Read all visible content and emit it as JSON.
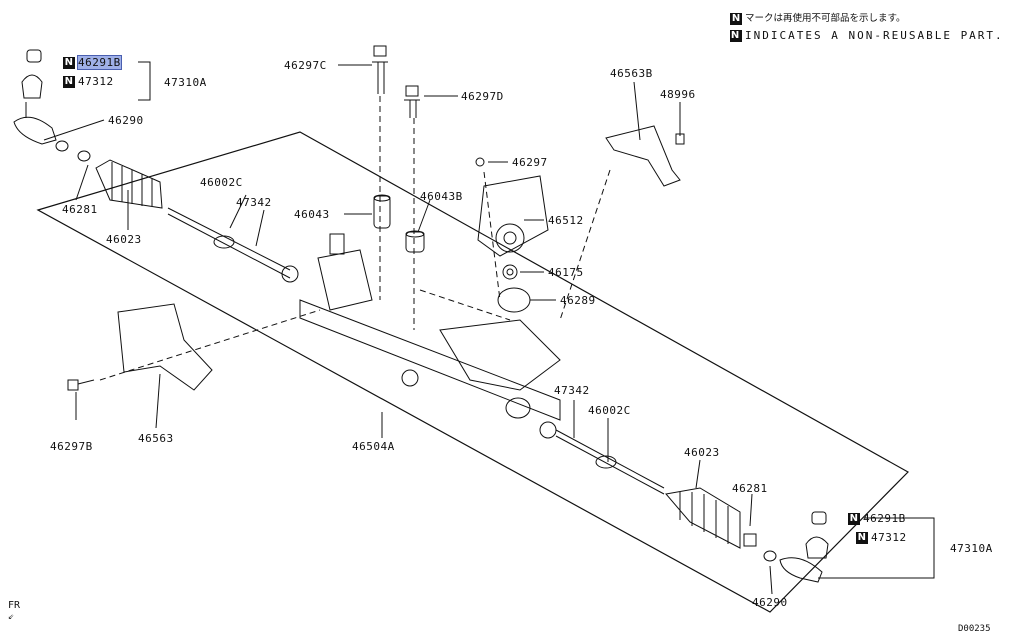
{
  "legend": {
    "badge": "N",
    "jp_text": "マークは再使用不可部品を示します。",
    "en_text": "INDICATES A NON-REUSABLE PART."
  },
  "labels": {
    "p46291B_left": "46291B",
    "p47312_left": "47312",
    "p47310A_left": "47310A",
    "p46290_left": "46290",
    "p46281_left": "46281",
    "p46023_left": "46023",
    "p46297C": "46297C",
    "p46297D": "46297D",
    "p46002C_left": "46002C",
    "p47342_left": "47342",
    "p46043": "46043",
    "p46043B": "46043B",
    "p46297": "46297",
    "p46512": "46512",
    "p46175": "46175",
    "p46289": "46289",
    "p46563B": "46563B",
    "p48996": "48996",
    "p46297B": "46297B",
    "p46563": "46563",
    "p46504A": "46504A",
    "p47342_right": "47342",
    "p46002C_right": "46002C",
    "p46023_right": "46023",
    "p46281_right": "46281",
    "p46291B_right": "46291B",
    "p47312_right": "47312",
    "p47310A_right": "47310A",
    "p46290_right": "46290"
  },
  "highlighted_part": "46291B",
  "highlight_color": "#9fb0e8",
  "front_marker": "FR",
  "diagram_code": "D00235"
}
